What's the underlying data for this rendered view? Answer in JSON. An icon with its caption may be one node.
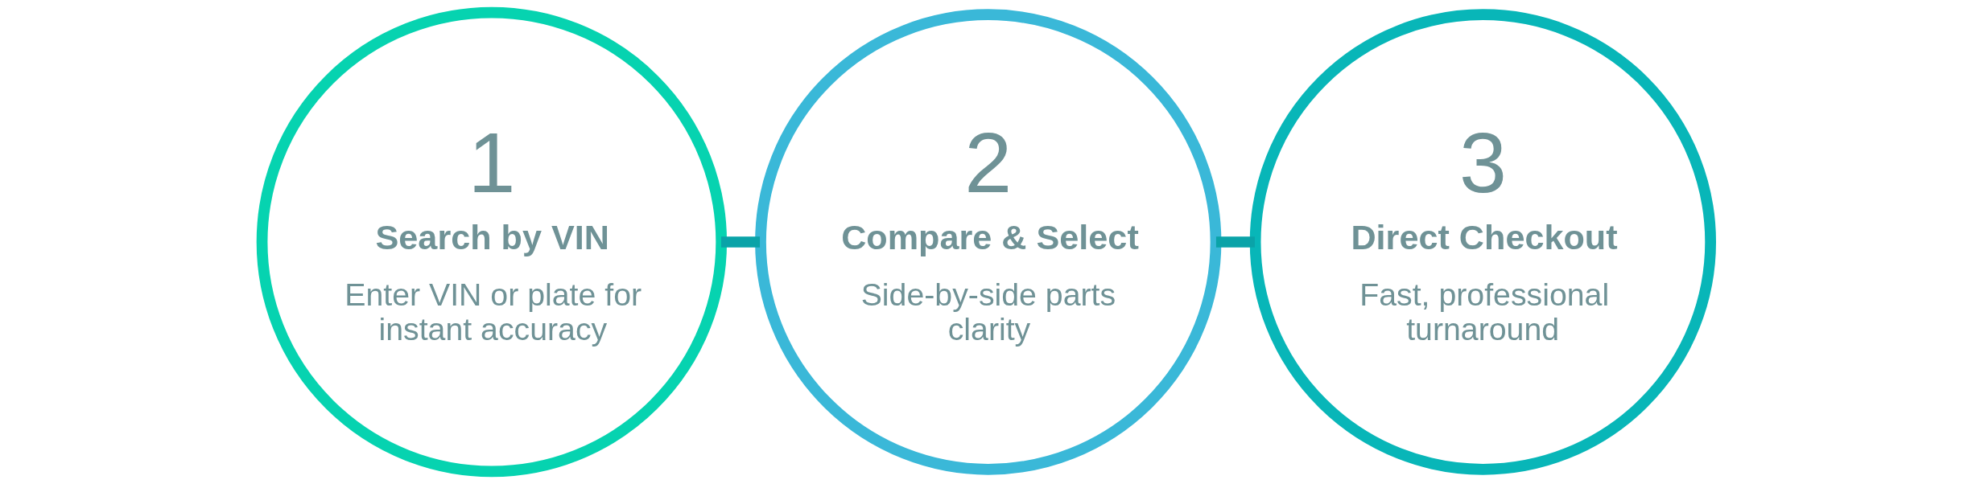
{
  "diagram": {
    "nodes": [
      {
        "text": [
          "1",
          "Search by VIN",
          "Enter VIN or plate for instant accuracy"
        ]
      },
      {
        "text": [
          "2",
          "Compare & Select",
          "Side-by-side parts clarity"
        ]
      },
      {
        "text": [
          "3",
          "Direct Checkout",
          "Fast, professional turnaround"
        ]
      }
    ],
    "edges": [
      {
        "from": 0,
        "to": 1,
        "arrow": "none"
      },
      {
        "from": 1,
        "to": 2,
        "arrow": "none"
      }
    ]
  }
}
